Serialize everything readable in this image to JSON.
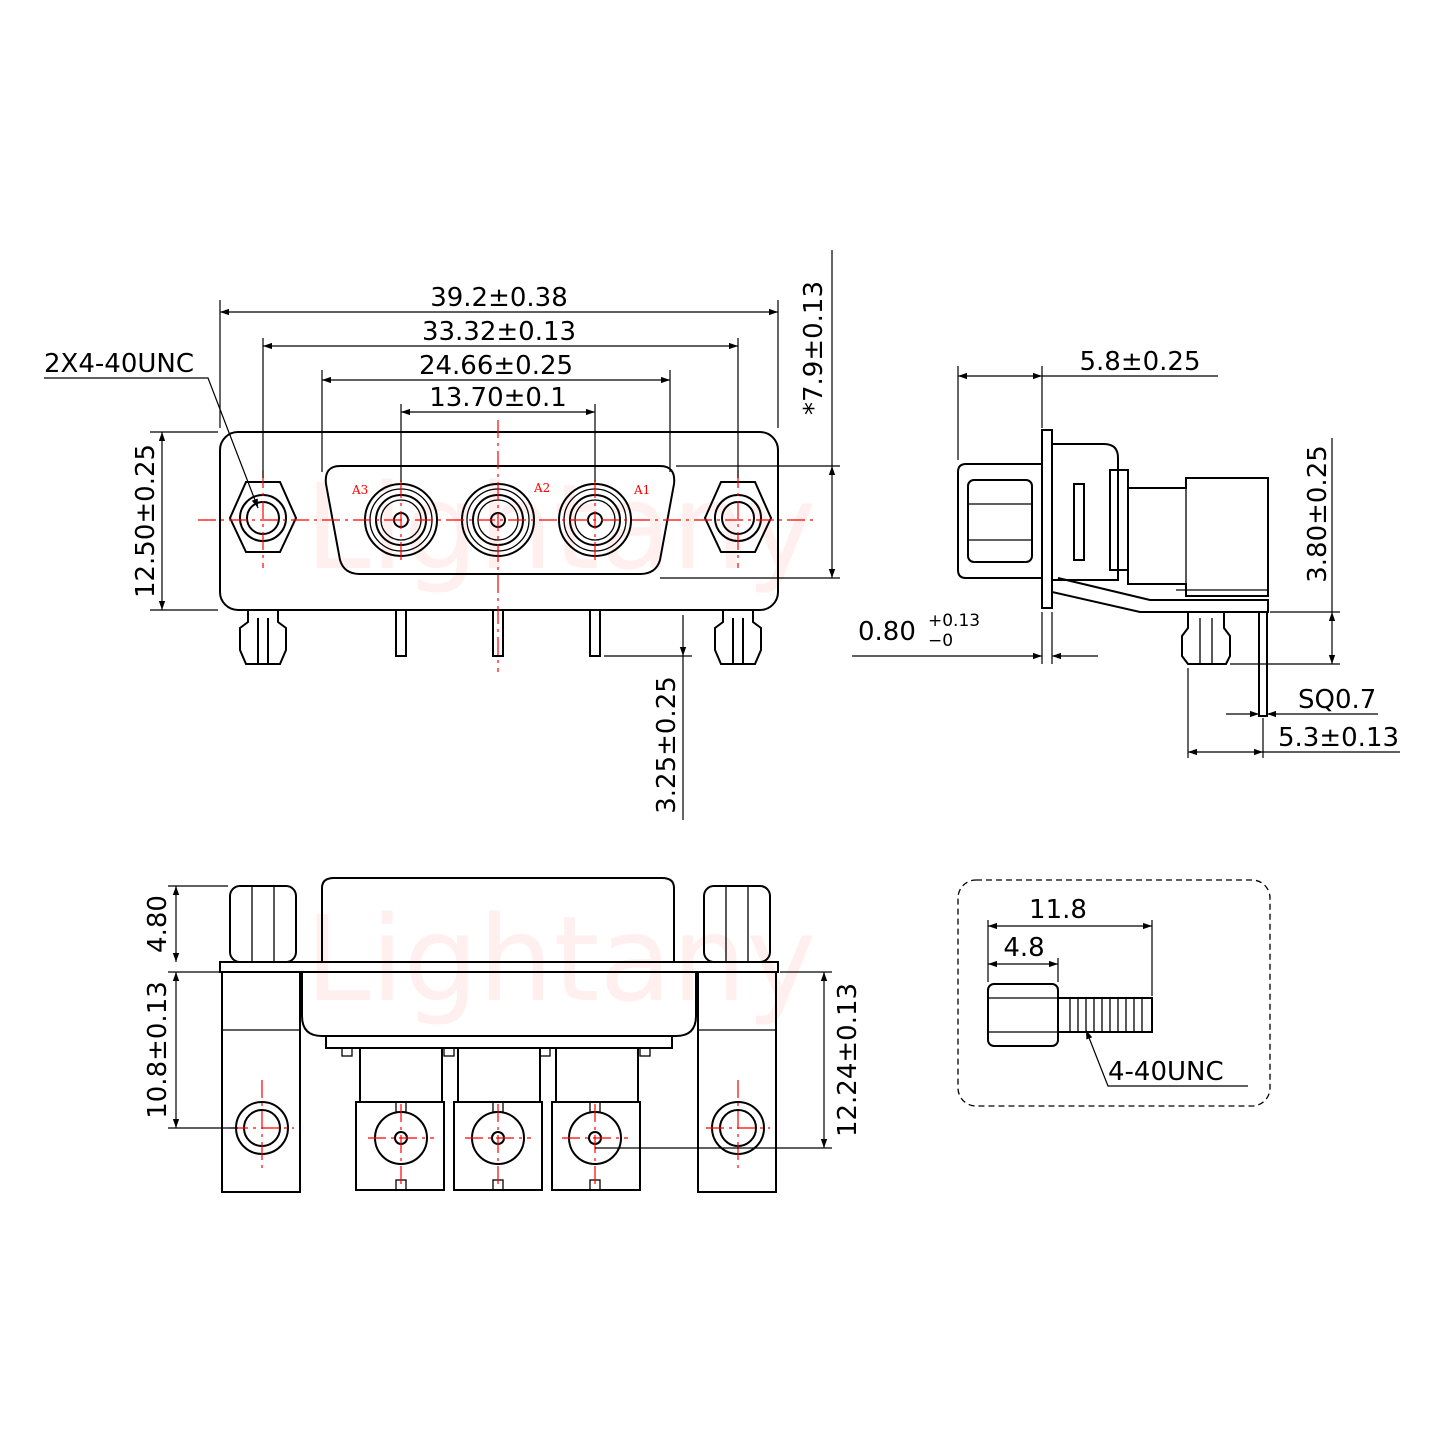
{
  "watermark": "Lightany",
  "front_view": {
    "dimensions": {
      "overall_width": "39.2±0.38",
      "mount_spacing": "33.32±0.13",
      "shell_width": "24.66±0.25",
      "contact_pitch": "13.70±0.1",
      "shell_height": "*7.9±0.13",
      "flange_height": "12.50±0.25",
      "pin_length": "3.25±0.25"
    },
    "thread_callout": "2X4-40UNC",
    "contact_labels": [
      "A3",
      "A2",
      "A1"
    ]
  },
  "side_view": {
    "depth_main": "5.8±0.25",
    "depth_height": "3.80±0.25",
    "flange_thickness_base": "0.80",
    "flange_tol_upper": "+0.13",
    "flange_tol_lower": "−0",
    "pin_square": "SQ0.7",
    "pin_offset": "5.3±0.13"
  },
  "bottom_view": {
    "screw_height": "4.80",
    "mount_offset": "10.8±0.13",
    "coax_offset": "12.24±0.13"
  },
  "detail_view": {
    "total_length": "11.8",
    "hex_length": "4.8",
    "thread": "4-40UNC"
  }
}
